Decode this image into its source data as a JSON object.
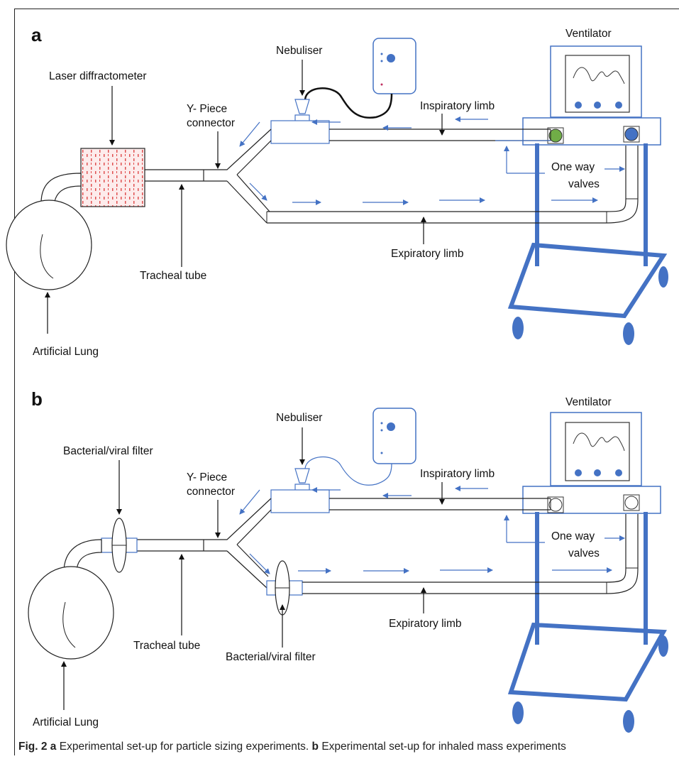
{
  "panel_a": {
    "letter": "a",
    "labels": {
      "ventilator": "Ventilator",
      "nebuliser": "Nebuliser",
      "laser": "Laser diffractometer",
      "ypiece_1": "Y- Piece",
      "ypiece_2": "connector",
      "inspiratory": "Inspiratory limb",
      "oneway_1": "One way",
      "oneway_2": "valves",
      "expiratory": "Expiratory limb",
      "tracheal": "Tracheal tube",
      "lung": "Artificial Lung"
    }
  },
  "panel_b": {
    "letter": "b",
    "labels": {
      "ventilator": "Ventilator",
      "nebuliser": "Nebuliser",
      "filter_top": "Bacterial/viral filter",
      "ypiece_1": "Y- Piece",
      "ypiece_2": "connector",
      "inspiratory": "Inspiratory limb",
      "oneway_1": "One way",
      "oneway_2": "valves",
      "expiratory": "Expiratory limb",
      "tracheal": "Tracheal tube",
      "filter_bottom": "Bacterial/viral filter",
      "lung": "Artificial Lung"
    }
  },
  "caption": {
    "fig": "Fig. 2",
    "a_letter": "a",
    "a_text": "Experimental set-up for particle sizing experiments.",
    "b_letter": "b",
    "b_text": "Experimental set-up for inhaled mass experiments"
  },
  "colors": {
    "arrow_blue": "#4472c4",
    "cart_blue": "#4472c4",
    "laser_dots": "#e05050",
    "valve_green": "#70ad47"
  }
}
